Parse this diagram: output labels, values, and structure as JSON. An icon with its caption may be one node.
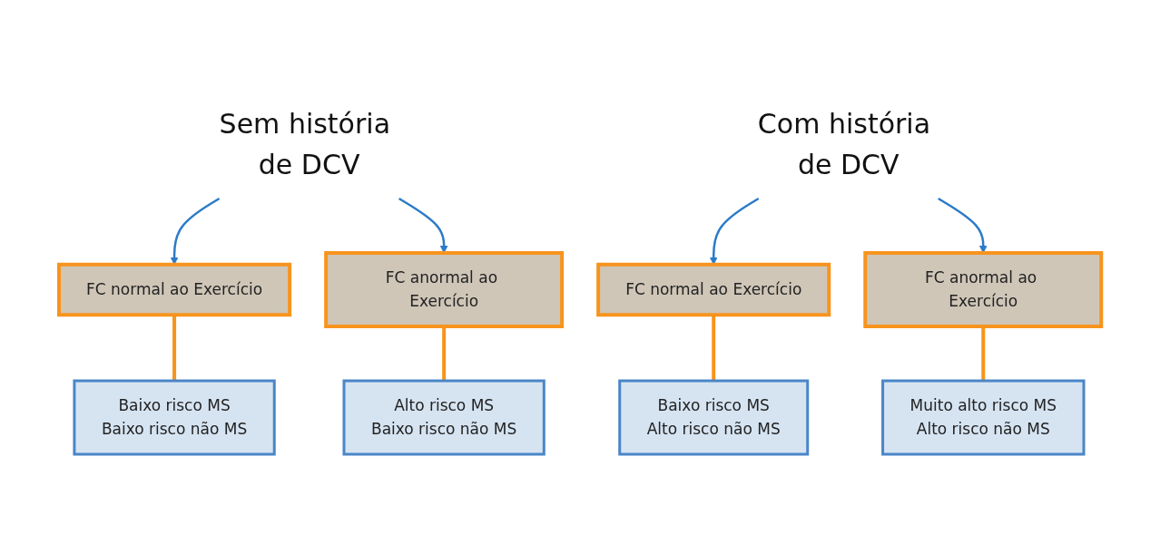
{
  "diagram": {
    "nodes": [
      {
        "text": [
          "Sem história de DCV"
        ]
      },
      {
        "text": [
          "Com história de DCV"
        ]
      },
      {
        "text": [
          "FC normal ao Exercício"
        ]
      },
      {
        "text": [
          "FC anormal ao Exercício"
        ]
      },
      {
        "text": [
          "FC normal ao Exercício"
        ]
      },
      {
        "text": [
          "FC anormal ao Exercício"
        ]
      },
      {
        "text": [
          "Baixo risco MS",
          "Baixo risco não MS"
        ]
      },
      {
        "text": [
          "Alto risco MS",
          "Baixo risco não MS"
        ]
      },
      {
        "text": [
          "Baixo risco MS",
          "Alto risco não MS"
        ]
      },
      {
        "text": [
          "Muito alto risco MS",
          "Alto risco não MS"
        ]
      }
    ],
    "edges": [
      {
        "from": 0,
        "to": 2,
        "arrow": "to",
        "color": "#2b7bc8"
      },
      {
        "from": 0,
        "to": 3,
        "arrow": "to",
        "color": "#2b7bc8"
      },
      {
        "from": 1,
        "to": 4,
        "arrow": "to",
        "color": "#2b7bc8"
      },
      {
        "from": 1,
        "to": 5,
        "arrow": "to",
        "color": "#2b7bc8"
      },
      {
        "from": 2,
        "to": 6,
        "arrow": "none",
        "color": "#f7941d"
      },
      {
        "from": 3,
        "to": 7,
        "arrow": "none",
        "color": "#f7941d"
      },
      {
        "from": 4,
        "to": 8,
        "arrow": "none",
        "color": "#f7941d"
      },
      {
        "from": 5,
        "to": 9,
        "arrow": "none",
        "color": "#f7941d"
      }
    ]
  }
}
